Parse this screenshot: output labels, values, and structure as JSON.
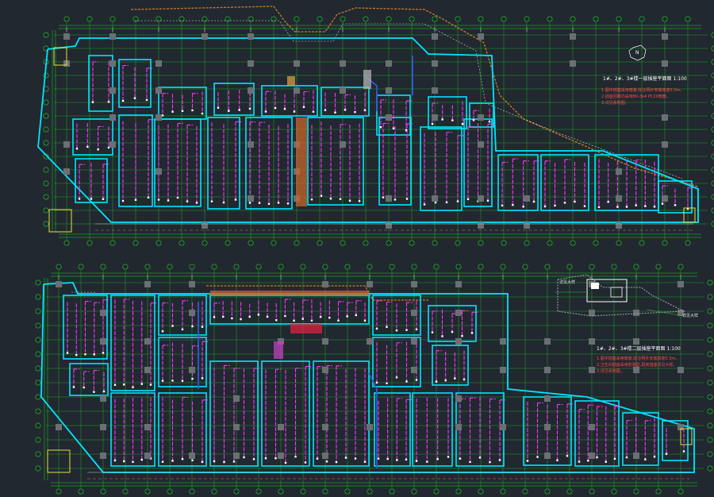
{
  "colors": {
    "background": "#212830",
    "axis_grid": "#20d020",
    "walls": "#00e5ff",
    "pipes": "#ff33ff",
    "outline": "#c87a2a",
    "columns": "#6b6f74",
    "hatch": "#c8642a",
    "blue_wall": "#2f5bd8",
    "yellow": "#e8e040",
    "text": "#ffffff",
    "note_red": "#ff4a4a"
  },
  "drawing": {
    "plan_upper": {
      "title": "1#、2#、3#楼一层插座平面图 1:100",
      "note_lines": [
        "1.图中插座采用暗装,除注明外安装高度0.3m。",
        "2.插座回路均采用BV-3x4 PC20暗敷。",
        "3.详见系统图。"
      ]
    },
    "plan_lower": {
      "title": "1#、2#、3#楼二层插座平面图 1:100",
      "note_lines": [
        "1.图中插座采用暗装,除注明外安装高度0.3m。",
        "2.卫生间插座采用防溅型,厨房插座详见大样。",
        "3.详见系统图。"
      ]
    },
    "detail_labels": [
      "详见大样",
      "详见大样"
    ],
    "north_symbol": "N"
  }
}
